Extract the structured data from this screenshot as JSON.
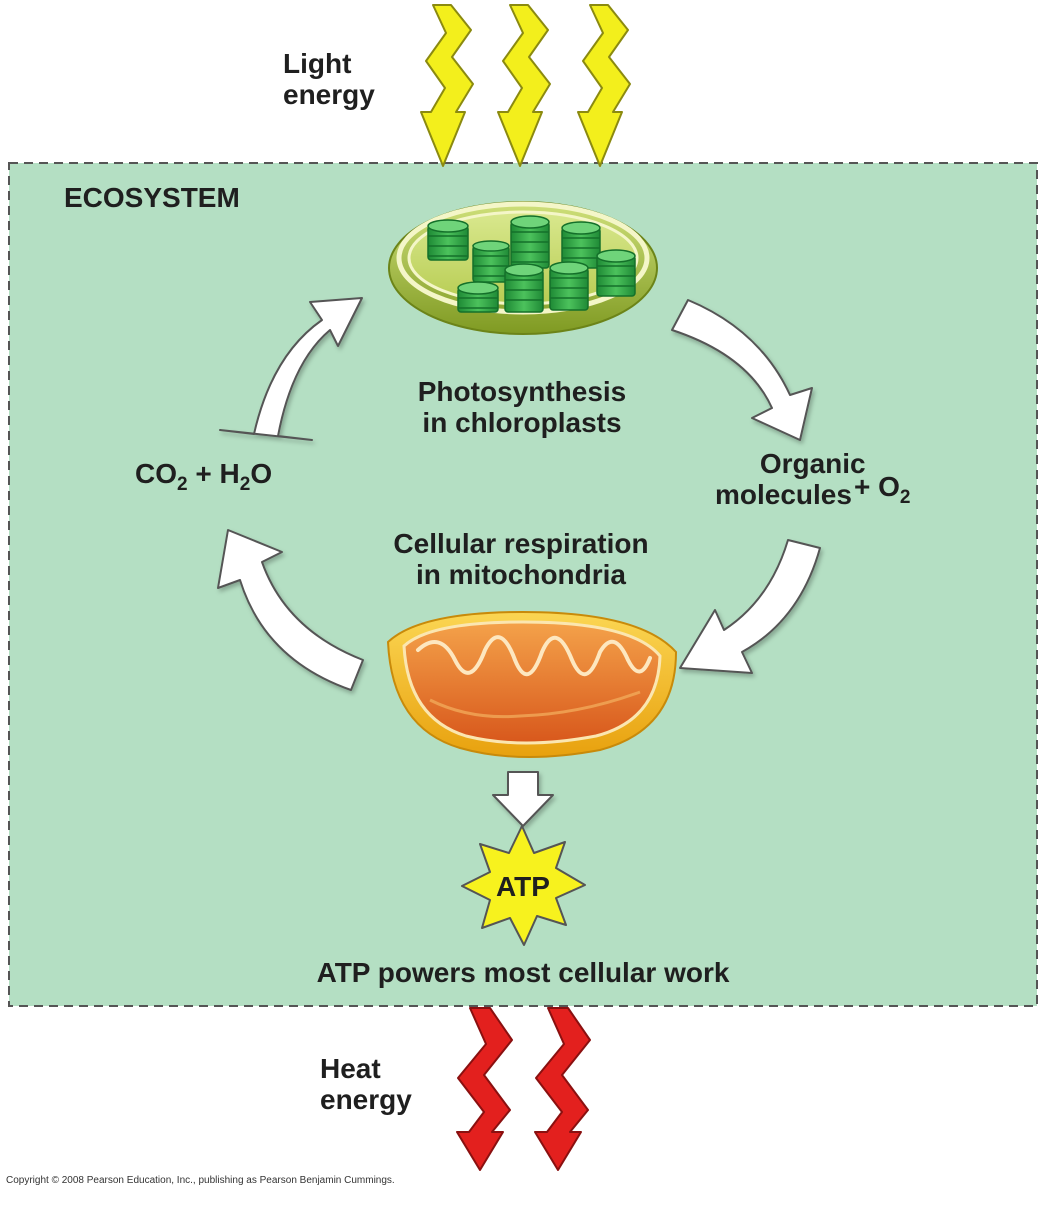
{
  "inputs": {
    "light_line1": "Light",
    "light_line2": "energy"
  },
  "ecosystem": {
    "title": "ECOSYSTEM"
  },
  "processes": {
    "photosynthesis_line1": "Photosynthesis",
    "photosynthesis_line2": "in chloroplasts",
    "respiration_line1": "Cellular respiration",
    "respiration_line2": "in mitochondria"
  },
  "molecules": {
    "co2": "CO",
    "co2_sub": "2",
    "plus1": " + ",
    "h2o_h": "H",
    "h2o_sub": "2",
    "h2o_o": "O",
    "organic_line1": "Organic",
    "organic_line2": "molecules",
    "plus2": "+ O",
    "o2_sub": "2"
  },
  "atp": {
    "label": "ATP",
    "caption": "ATP powers most cellular work"
  },
  "outputs": {
    "heat_line1": "Heat",
    "heat_line2": "energy"
  },
  "copyright": "Copyright © 2008 Pearson Education, Inc., publishing as Pearson Benjamin Cummings.",
  "colors": {
    "ecosystem_fill": "#b4dfc3",
    "ecosystem_border": "#555555",
    "light_bolt": "#f3ef1c",
    "heat_bolt": "#e3201e",
    "atp_star": "#f7f21e",
    "chloroplast_outer": "#a9c43a",
    "grana": "#2fa845",
    "mitochondrion_outer": "#f0b418",
    "mitochondrion_inner": "#e8702a"
  }
}
